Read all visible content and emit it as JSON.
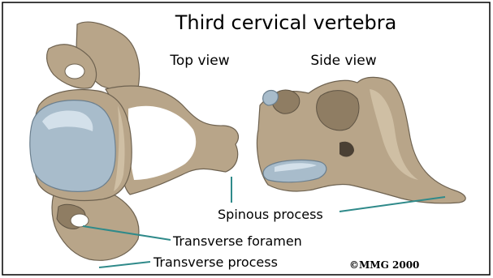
{
  "title": "Third cervical vertebra",
  "views": {
    "top": "Top view",
    "side": "Side view"
  },
  "labels": {
    "spinous_process": "Spinous process",
    "transverse_foramen": "Transverse foramen",
    "transverse_process": "Transverse process"
  },
  "copyright": "©MMG 2000",
  "colors": {
    "bone": "#b8a589",
    "disc": "#a8bccb",
    "leader_line": "#2f8a8a",
    "frame": "#000000"
  }
}
